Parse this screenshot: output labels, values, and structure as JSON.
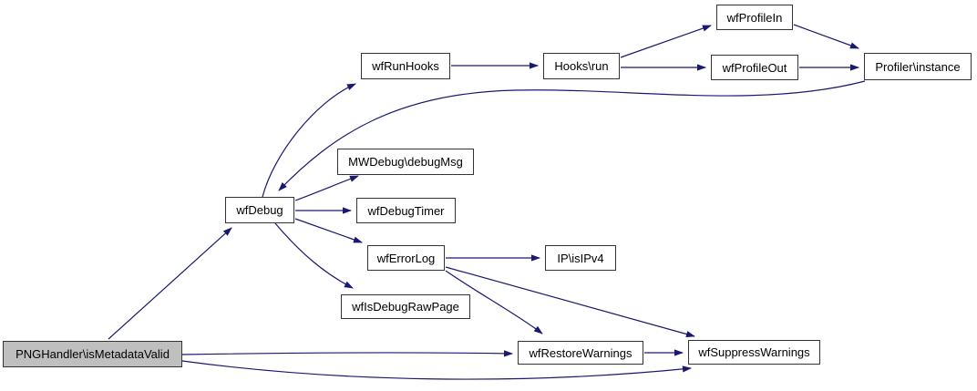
{
  "graph": {
    "type": "call-graph",
    "colors": {
      "edge": "#191970",
      "node_border": "#343434",
      "node_fill": "#ffffff",
      "root_fill": "#bfbfbf",
      "background": "#ffffff",
      "text": "#000000"
    },
    "nodes": [
      {
        "id": "PNGHandler-isMetadataValid",
        "label": "PNGHandler\\isMetadataValid",
        "role": "root"
      },
      {
        "id": "wfDebug",
        "label": "wfDebug",
        "role": "callee"
      },
      {
        "id": "wfRunHooks",
        "label": "wfRunHooks",
        "role": "callee"
      },
      {
        "id": "Hooks-run",
        "label": "Hooks\\run",
        "role": "callee"
      },
      {
        "id": "wfProfileIn",
        "label": "wfProfileIn",
        "role": "callee"
      },
      {
        "id": "wfProfileOut",
        "label": "wfProfileOut",
        "role": "callee"
      },
      {
        "id": "Profiler-instance",
        "label": "Profiler\\instance",
        "role": "callee"
      },
      {
        "id": "MWDebug-debugMsg",
        "label": "MWDebug\\debugMsg",
        "role": "callee"
      },
      {
        "id": "wfDebugTimer",
        "label": "wfDebugTimer",
        "role": "callee"
      },
      {
        "id": "wfErrorLog",
        "label": "wfErrorLog",
        "role": "callee"
      },
      {
        "id": "IP-isIPv4",
        "label": "IP\\isIPv4",
        "role": "callee"
      },
      {
        "id": "wfIsDebugRawPage",
        "label": "wfIsDebugRawPage",
        "role": "callee"
      },
      {
        "id": "wfRestoreWarnings",
        "label": "wfRestoreWarnings",
        "role": "callee"
      },
      {
        "id": "wfSuppressWarnings",
        "label": "wfSuppressWarnings",
        "role": "callee"
      }
    ],
    "edges": [
      {
        "from": "PNGHandler\\isMetadataValid",
        "to": "wfDebug"
      },
      {
        "from": "PNGHandler\\isMetadataValid",
        "to": "wfRestoreWarnings"
      },
      {
        "from": "PNGHandler\\isMetadataValid",
        "to": "wfSuppressWarnings"
      },
      {
        "from": "wfDebug",
        "to": "wfRunHooks"
      },
      {
        "from": "wfDebug",
        "to": "MWDebug\\debugMsg"
      },
      {
        "from": "wfDebug",
        "to": "wfDebugTimer"
      },
      {
        "from": "wfDebug",
        "to": "wfErrorLog"
      },
      {
        "from": "wfDebug",
        "to": "wfIsDebugRawPage"
      },
      {
        "from": "wfRunHooks",
        "to": "Hooks\\run"
      },
      {
        "from": "Hooks\\run",
        "to": "wfProfileIn"
      },
      {
        "from": "Hooks\\run",
        "to": "wfProfileOut"
      },
      {
        "from": "wfProfileIn",
        "to": "Profiler\\instance"
      },
      {
        "from": "wfProfileOut",
        "to": "Profiler\\instance"
      },
      {
        "from": "Profiler\\instance",
        "to": "wfDebug"
      },
      {
        "from": "wfErrorLog",
        "to": "IP\\isIPv4"
      },
      {
        "from": "wfErrorLog",
        "to": "wfRestoreWarnings"
      },
      {
        "from": "wfErrorLog",
        "to": "wfSuppressWarnings"
      },
      {
        "from": "wfRestoreWarnings",
        "to": "wfSuppressWarnings"
      }
    ]
  }
}
